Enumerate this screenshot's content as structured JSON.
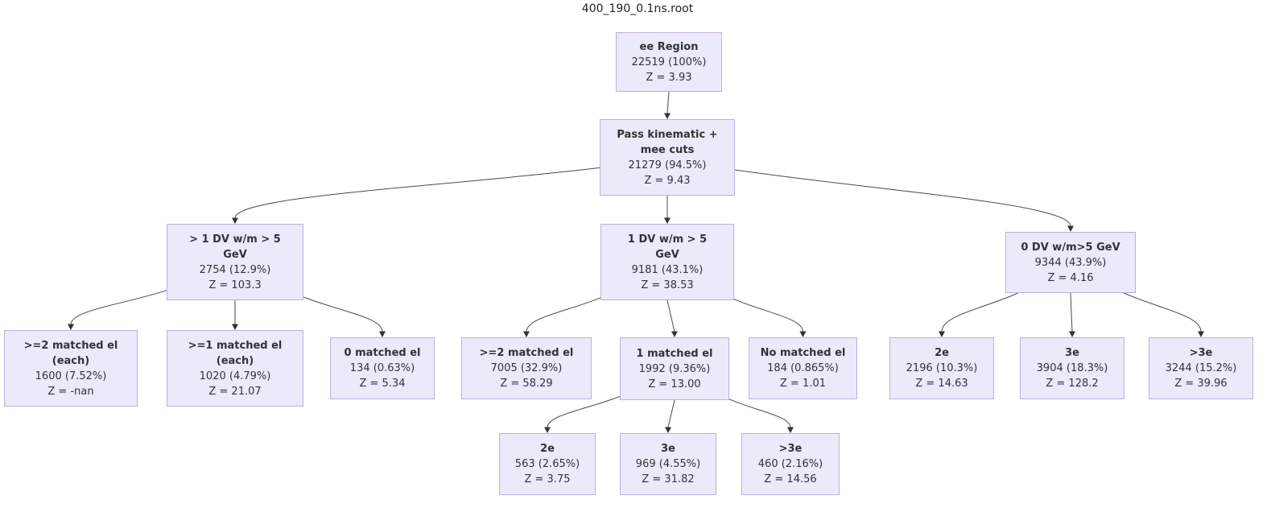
{
  "title": "400_190_0.1ns.root",
  "colors": {
    "node_fill": "#eaeafb",
    "node_border": "#bfaee3",
    "edge": "#4a4a4a",
    "text": "#323237"
  },
  "diagram": {
    "type": "flowchart-tree",
    "nodes": {
      "root": {
        "title": "ee Region",
        "title2": "",
        "count": "22519 (100%)",
        "z": "Z = 3.93"
      },
      "kinematic": {
        "title": "Pass kinematic +",
        "title2": "mee cuts",
        "count": "21279 (94.5%)",
        "z": "Z = 9.43"
      },
      "gt1dv": {
        "title": "> 1 DV w/m > 5",
        "title2": "GeV",
        "count": "2754 (12.9%)",
        "z": "Z = 103.3"
      },
      "onedv": {
        "title": "1 DV w/m > 5",
        "title2": "GeV",
        "count": "9181 (43.1%)",
        "z": "Z = 38.53"
      },
      "zerodv": {
        "title": "0 DV w/m>5 GeV",
        "title2": "",
        "count": "9344 (43.9%)",
        "z": "Z = 4.16"
      },
      "ge2each": {
        "title": ">=2 matched el",
        "title2": "(each)",
        "count": "1600 (7.52%)",
        "z": "Z = -nan"
      },
      "ge1each": {
        "title": ">=1 matched el",
        "title2": "(each)",
        "count": "1020 (4.79%)",
        "z": "Z = 21.07"
      },
      "zeromatched": {
        "title": "0 matched el",
        "title2": "",
        "count": "134 (0.63%)",
        "z": "Z = 5.34"
      },
      "ge2matched": {
        "title": ">=2 matched el",
        "title2": "",
        "count": "7005 (32.9%)",
        "z": "Z = 58.29"
      },
      "onematched": {
        "title": "1 matched el",
        "title2": "",
        "count": "1992 (9.36%)",
        "z": "Z = 13.00"
      },
      "nomatched": {
        "title": "No matched el",
        "title2": "",
        "count": "184 (0.865%)",
        "z": "Z = 1.01"
      },
      "dv0_2e": {
        "title": "2e",
        "title2": "",
        "count": "2196 (10.3%)",
        "z": "Z = 14.63"
      },
      "dv0_3e": {
        "title": "3e",
        "title2": "",
        "count": "3904 (18.3%)",
        "z": "Z = 128.2"
      },
      "dv0_gt3e": {
        "title": ">3e",
        "title2": "",
        "count": "3244 (15.2%)",
        "z": "Z = 39.96"
      },
      "m1_2e": {
        "title": "2e",
        "title2": "",
        "count": "563 (2.65%)",
        "z": "Z = 3.75"
      },
      "m1_3e": {
        "title": "3e",
        "title2": "",
        "count": "969 (4.55%)",
        "z": "Z = 31.82"
      },
      "m1_gt3e": {
        "title": ">3e",
        "title2": "",
        "count": "460 (2.16%)",
        "z": "Z = 14.56"
      }
    },
    "edges": [
      [
        "root",
        "kinematic"
      ],
      [
        "kinematic",
        "gt1dv"
      ],
      [
        "kinematic",
        "onedv"
      ],
      [
        "kinematic",
        "zerodv"
      ],
      [
        "gt1dv",
        "ge2each"
      ],
      [
        "gt1dv",
        "ge1each"
      ],
      [
        "gt1dv",
        "zeromatched"
      ],
      [
        "onedv",
        "ge2matched"
      ],
      [
        "onedv",
        "onematched"
      ],
      [
        "onedv",
        "nomatched"
      ],
      [
        "zerodv",
        "dv0_2e"
      ],
      [
        "zerodv",
        "dv0_3e"
      ],
      [
        "zerodv",
        "dv0_gt3e"
      ],
      [
        "onematched",
        "m1_2e"
      ],
      [
        "onematched",
        "m1_3e"
      ],
      [
        "onematched",
        "m1_gt3e"
      ]
    ]
  }
}
